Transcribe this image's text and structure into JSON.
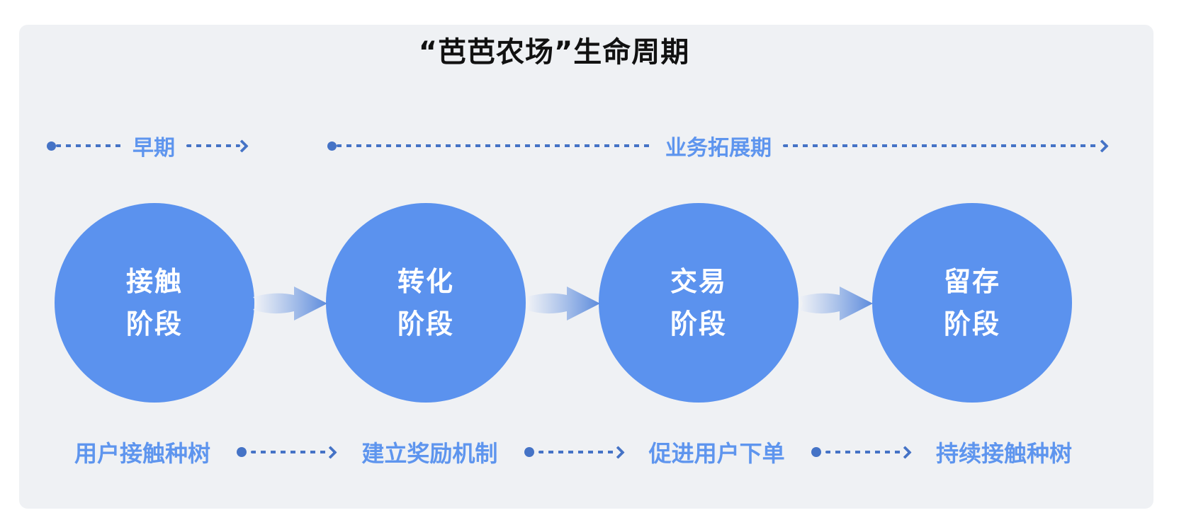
{
  "title": "“芭芭农场”生命周期",
  "phases": {
    "early": "早期",
    "expansion": "业务拓展期"
  },
  "stages": [
    {
      "line1": "接触",
      "line2": "阶段"
    },
    {
      "line1": "转化",
      "line2": "阶段"
    },
    {
      "line1": "交易",
      "line2": "阶段"
    },
    {
      "line1": "留存",
      "line2": "阶段"
    }
  ],
  "bottom_labels": [
    "用户接触种树",
    "建立奖励机制",
    "促进用户下单",
    "持续接触种树"
  ],
  "colors": {
    "circle_fill": "#5B92EE",
    "dash_and_dot": "#4573C6",
    "phase_label_blue": "#5E95EE",
    "panel_background": "#EFF1F4",
    "title_text": "#111111",
    "flow_arrow_gradient_start": "#F1F3F7",
    "flow_arrow_gradient_end": "#5C8BDC",
    "circle_text": "#FFFFFF"
  }
}
